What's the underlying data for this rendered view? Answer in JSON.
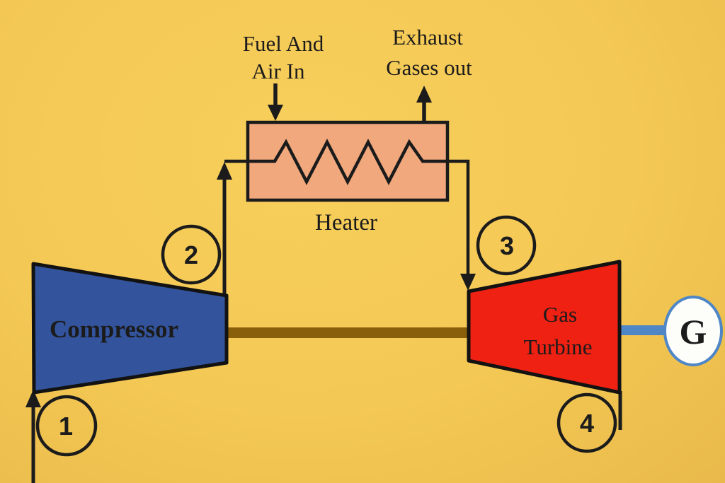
{
  "colors": {
    "background": "#F4C854",
    "line": "#1B1B1B",
    "heater_fill": "#F0A87C",
    "compressor_fill": "#33549C",
    "compressor_text": "#EFF3FA",
    "turbine_fill": "#EE2113",
    "turbine_text": "#1A0300",
    "shaft_brown": "#8A5F0B",
    "shaft_blue": "#4E86C6",
    "generator_fill": "#FDFDFA",
    "generator_stroke": "#4E86C6"
  },
  "fuel_inlet": {
    "line1": "Fuel And",
    "line2": "Air In"
  },
  "exhaust_outlet": {
    "line1": "Exhaust",
    "line2": "Gases out"
  },
  "heater": {
    "label": "Heater"
  },
  "compressor": {
    "label": "Compressor"
  },
  "turbine": {
    "line1": "Gas",
    "line2": "Turbine"
  },
  "generator": {
    "label": "G"
  },
  "state_points": [
    {
      "label": "1"
    },
    {
      "label": "2"
    },
    {
      "label": "3"
    },
    {
      "label": "4"
    }
  ]
}
